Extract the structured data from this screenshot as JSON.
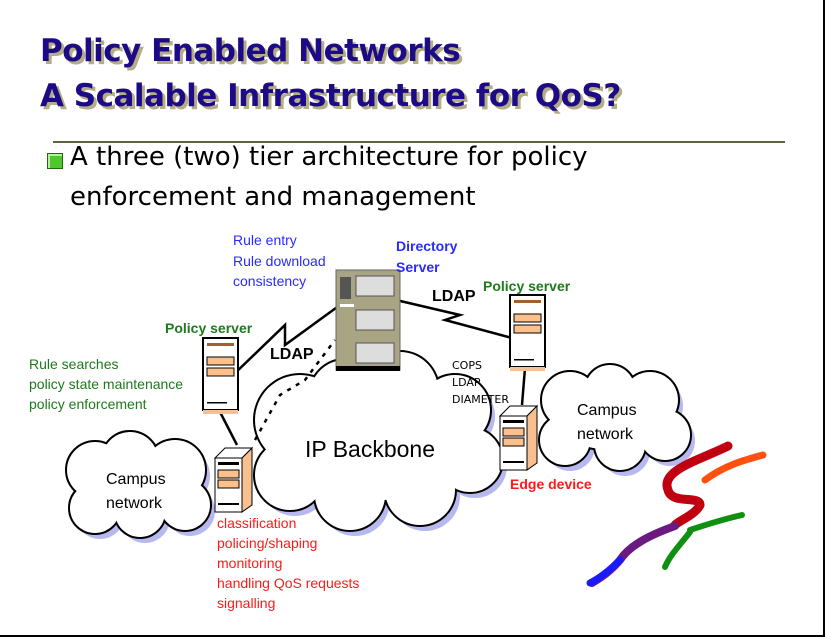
{
  "title": {
    "line1": "Policy Enabled Networks",
    "line2": "A Scalable Infrastructure for QoS?"
  },
  "bullet": {
    "line1": "A three (two) tier architecture for policy",
    "line2": "enforcement and management"
  },
  "diagram": {
    "directory_tasks": [
      "Rule entry",
      "Rule download",
      "consistency"
    ],
    "directory_server": [
      "Directory",
      "Server"
    ],
    "policy_server_label": "Policy server",
    "policy_tasks": [
      "Rule searches",
      "policy state maintenance",
      "policy enforcement"
    ],
    "ldap": "LDAP",
    "protocols": [
      "COPS",
      "LDAP",
      "DIAMETER"
    ],
    "backbone": "IP Backbone",
    "campus": [
      "Campus",
      "network"
    ],
    "edge_device": "Edge device",
    "edge_tasks": [
      "classification",
      "policing/shaping",
      "monitoring",
      "handling QoS requests",
      "signalling"
    ]
  },
  "colors": {
    "title": "#1c0a86",
    "blue": "#2a2aff",
    "green": "#1d7a1d",
    "red": "#ff1a1a"
  }
}
